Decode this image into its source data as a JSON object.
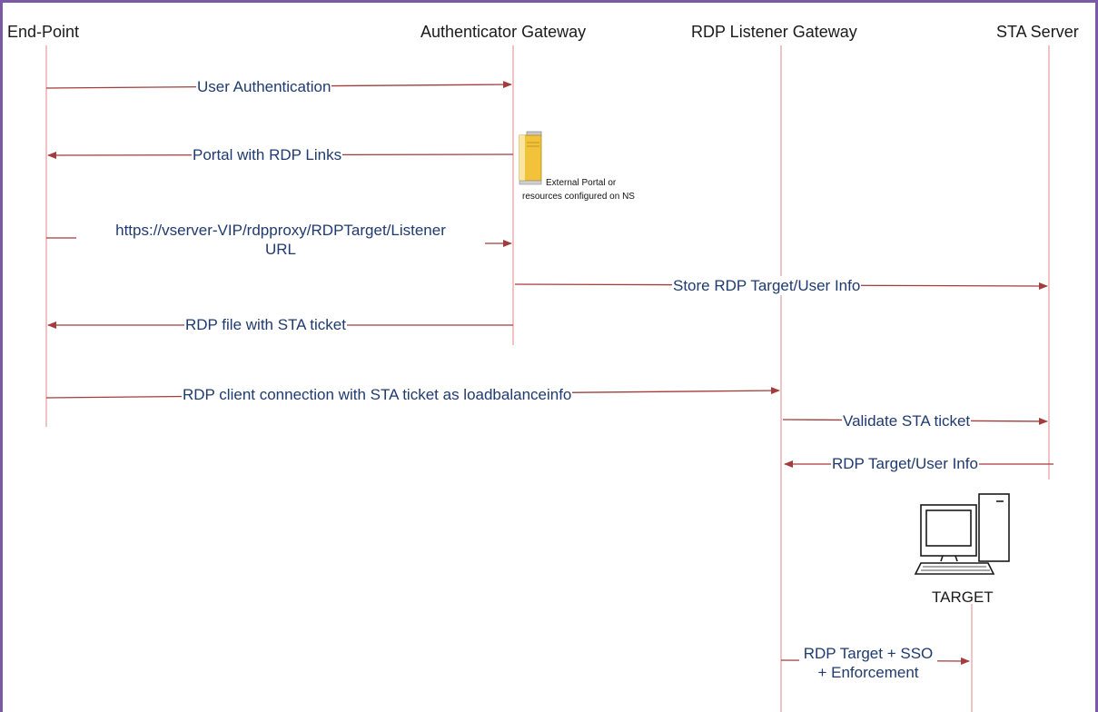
{
  "participants": {
    "endpoint": "End-Point",
    "authenticator": "Authenticator Gateway",
    "rdp_listener": "RDP Listener Gateway",
    "sta_server": "STA Server"
  },
  "messages": {
    "m1": "User Authentication",
    "m2": "Portal with RDP Links",
    "m3_line1": "https://vserver-VIP/rdpproxy/RDPTarget/Listener",
    "m3_line2": "URL",
    "m4": "Store RDP Target/User Info",
    "m5": "RDP file with STA ticket",
    "m6": "RDP client connection with STA ticket as loadbalanceinfo",
    "m7": "Validate STA ticket",
    "m8": "RDP Target/User Info",
    "m9_line1": "RDP Target + SSO",
    "m9_line2": "+ Enforcement"
  },
  "server_note": {
    "line1": "External Portal or",
    "line2": "resources configured on NS"
  },
  "target_label": "TARGET",
  "icons": {
    "server": "server-icon",
    "computer": "computer-icon"
  },
  "colors": {
    "frame": "#7a5aa6",
    "lifeline": "#e8a3a3",
    "arrow": "#a33c3c",
    "label_text": "#1f3a6e",
    "server_body": "#f2c33a"
  }
}
